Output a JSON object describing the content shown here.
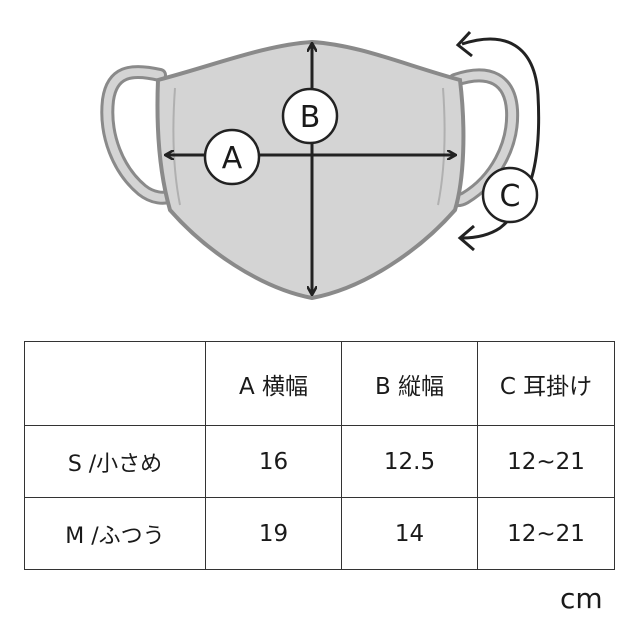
{
  "diagram": {
    "labels": {
      "a": "A",
      "b": "B",
      "c": "C"
    },
    "colors": {
      "mask_fill": "#d4d4d4",
      "mask_outline": "#8a8a8a",
      "arrow": "#222222"
    }
  },
  "table": {
    "headers": [
      "",
      "A 横幅",
      "B 縦幅",
      "C 耳掛け"
    ],
    "rows": [
      {
        "size": "S /小さめ",
        "a": "16",
        "b": "12.5",
        "c": "12~21"
      },
      {
        "size": "M /ふつう",
        "a": "19",
        "b": "14",
        "c": "12~21"
      }
    ]
  },
  "unit": "cm"
}
